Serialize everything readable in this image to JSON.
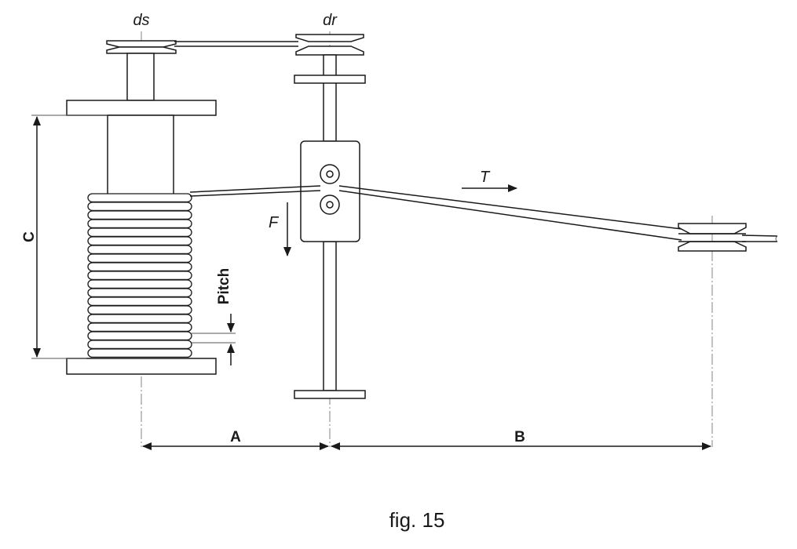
{
  "labels": {
    "driven_spool": "ds",
    "driving_roller": "dr",
    "tension": "T",
    "force": "F",
    "dim_a": "A",
    "dim_b": "B",
    "dim_c": "C",
    "pitch": "Pitch"
  },
  "caption": "fig. 15",
  "coil_turns": 19
}
